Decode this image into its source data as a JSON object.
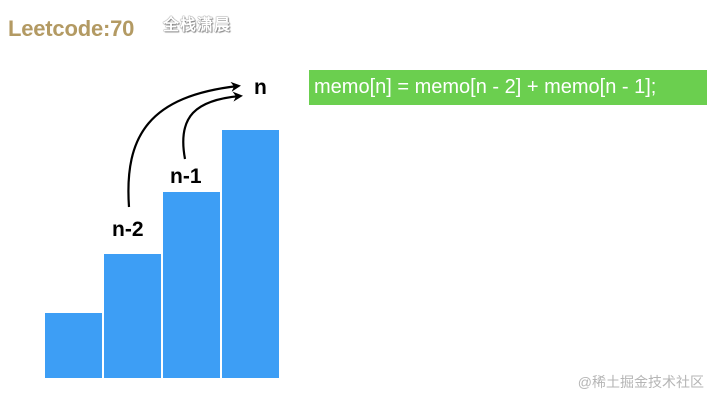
{
  "title": "Leetcode:70",
  "watermark": "全栈潇晨",
  "formula": "memo[n] = memo[n - 2] + memo[n - 1];",
  "footer": "@稀土掘金技术社区",
  "steps": {
    "n_minus_2": "n-2",
    "n_minus_1": "n-1",
    "n": "n"
  },
  "colors": {
    "bar": "#3d9ef5",
    "formula_bg": "#6bcf4f",
    "title": "#b39a63"
  },
  "bars": [
    {
      "name": "step-1",
      "level": 1
    },
    {
      "name": "step-2",
      "level": 2
    },
    {
      "name": "step-3",
      "level": 3
    },
    {
      "name": "step-4",
      "level": 4
    }
  ]
}
